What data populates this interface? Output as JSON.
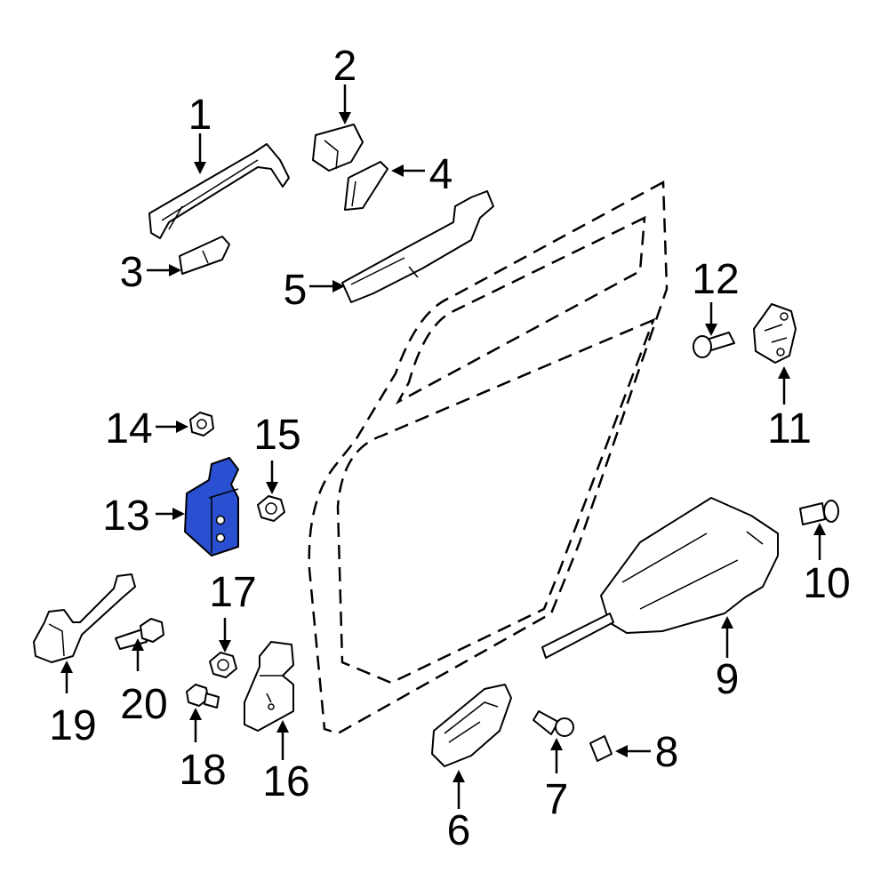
{
  "colors": {
    "line": "#000000",
    "background": "#ffffff",
    "highlight": "#2a4fd0"
  },
  "highlighted_part": "13",
  "callouts": [
    {
      "id": "1",
      "label": "1",
      "part": "outside-handle"
    },
    {
      "id": "2",
      "label": "2",
      "part": "handle-cap"
    },
    {
      "id": "3",
      "label": "3",
      "part": "handle-cover"
    },
    {
      "id": "4",
      "label": "4",
      "part": "handle-gasket"
    },
    {
      "id": "5",
      "label": "5",
      "part": "handle-bracket"
    },
    {
      "id": "6",
      "label": "6",
      "part": "inside-handle"
    },
    {
      "id": "7",
      "label": "7",
      "part": "screw"
    },
    {
      "id": "8",
      "label": "8",
      "part": "pad"
    },
    {
      "id": "9",
      "label": "9",
      "part": "lock-actuator"
    },
    {
      "id": "10",
      "label": "10",
      "part": "bolt"
    },
    {
      "id": "11",
      "label": "11",
      "part": "striker"
    },
    {
      "id": "12",
      "label": "12",
      "part": "bolt"
    },
    {
      "id": "13",
      "label": "13",
      "part": "hinge"
    },
    {
      "id": "14",
      "label": "14",
      "part": "nut"
    },
    {
      "id": "15",
      "label": "15",
      "part": "nut"
    },
    {
      "id": "16",
      "label": "16",
      "part": "hinge"
    },
    {
      "id": "17",
      "label": "17",
      "part": "nut"
    },
    {
      "id": "18",
      "label": "18",
      "part": "bolt"
    },
    {
      "id": "19",
      "label": "19",
      "part": "door-check"
    },
    {
      "id": "20",
      "label": "20",
      "part": "bolt"
    }
  ]
}
